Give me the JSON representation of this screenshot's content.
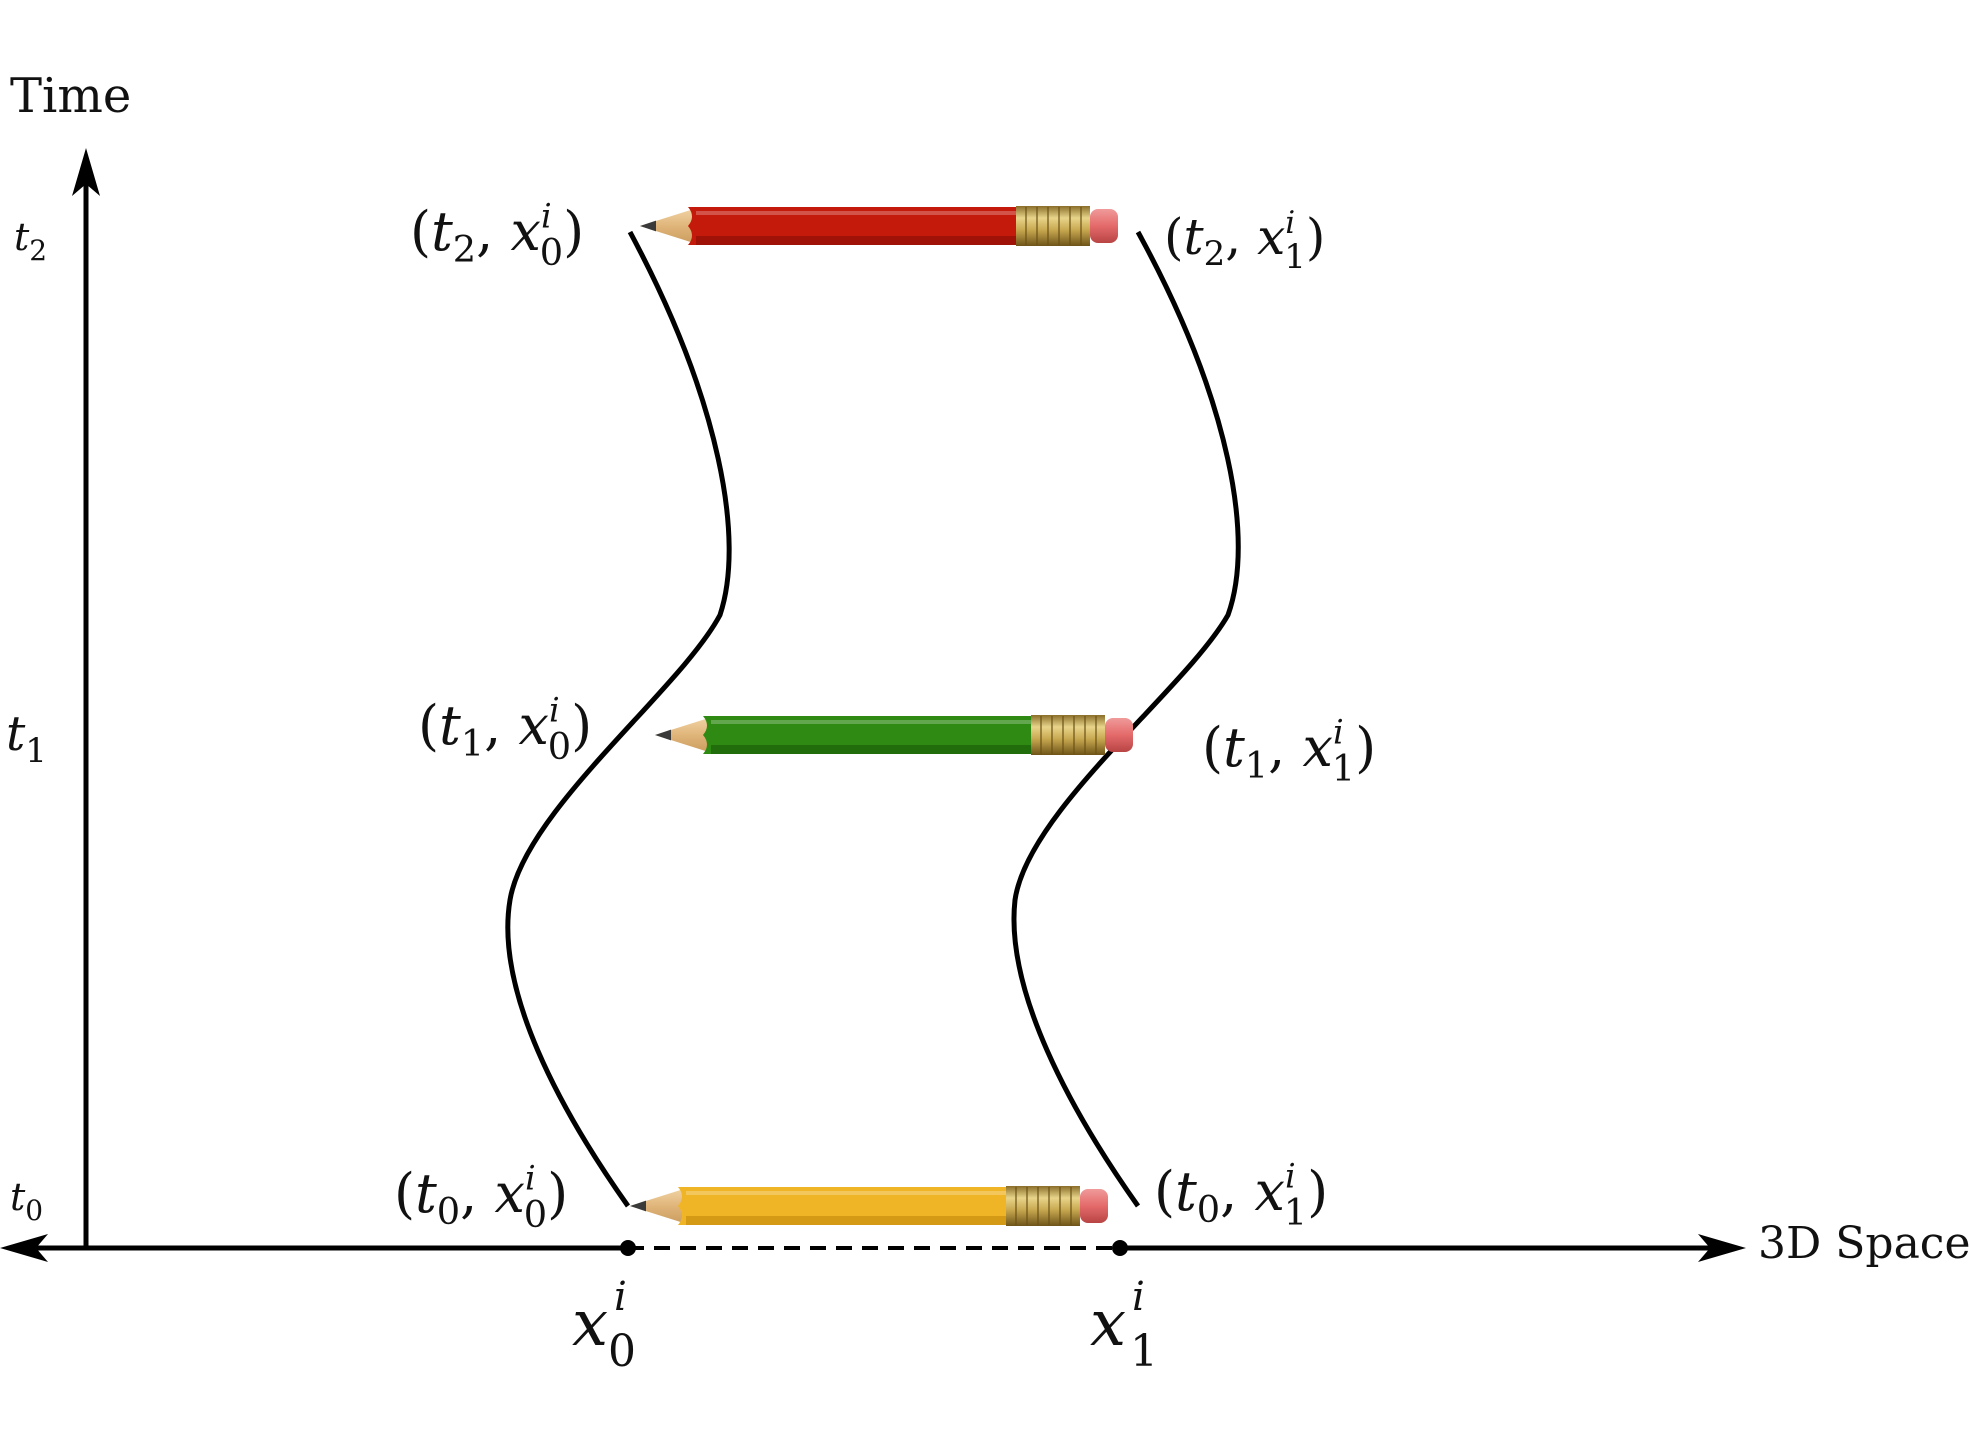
{
  "axes": {
    "time_label": "Time",
    "space_label": "3D Space",
    "time_ticks": [
      {
        "t": "t",
        "sub": "2"
      },
      {
        "t": "t",
        "sub": "1"
      },
      {
        "t": "t",
        "sub": "0"
      }
    ],
    "space_ticks": [
      {
        "x": "x",
        "sup": "i",
        "sub": "0"
      },
      {
        "x": "x",
        "sup": "i",
        "sub": "1"
      }
    ]
  },
  "points": {
    "t2_x0": {
      "open": "(",
      "t": "t",
      "tsub": "2",
      "comma": ",",
      "x": "x",
      "xsup": "i",
      "xsub": "0",
      "close": ")"
    },
    "t2_x1": {
      "open": "(",
      "t": "t",
      "tsub": "2",
      "comma": ",",
      "x": "x",
      "xsup": "i",
      "xsub": "1",
      "close": ")"
    },
    "t1_x0": {
      "open": "(",
      "t": "t",
      "tsub": "1",
      "comma": ",",
      "x": "x",
      "xsup": "i",
      "xsub": "0",
      "close": ")"
    },
    "t1_x1": {
      "open": "(",
      "t": "t",
      "tsub": "1",
      "comma": ",",
      "x": "x",
      "xsup": "i",
      "xsub": "1",
      "close": ")"
    },
    "t0_x0": {
      "open": "(",
      "t": "t",
      "tsub": "0",
      "comma": ",",
      "x": "x",
      "xsup": "i",
      "xsub": "0",
      "close": ")"
    },
    "t0_x1": {
      "open": "(",
      "t": "t",
      "tsub": "0",
      "comma": ",",
      "x": "x",
      "xsup": "i",
      "xsub": "1",
      "close": ")"
    }
  },
  "pencils": [
    {
      "name": "pencil-t2",
      "body_color": "#c41a0c",
      "body_dark": "#8e1006"
    },
    {
      "name": "pencil-t1",
      "body_color": "#2e8a12",
      "body_dark": "#1d6108"
    },
    {
      "name": "pencil-t0",
      "body_color": "#f0b526",
      "body_dark": "#c88f10"
    }
  ]
}
